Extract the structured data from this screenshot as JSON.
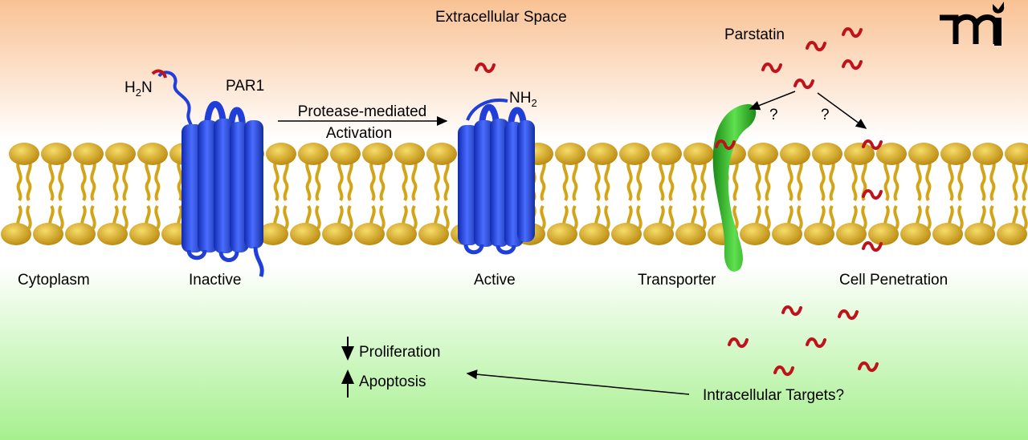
{
  "labels": {
    "extracellular": "Extracellular Space",
    "parstatin": "Parstatin",
    "par1": "PAR1",
    "h2n": {
      "a": "H",
      "sub": "2",
      "b": "N"
    },
    "nh2": {
      "a": "NH",
      "sub": "2"
    },
    "protease_line1": "Protease-mediated",
    "protease_line2": "Activation",
    "cytoplasm": "Cytoplasm",
    "inactive": "Inactive",
    "active": "Active",
    "transporter": "Transporter",
    "cell_penetration": "Cell Penetration",
    "question1": "?",
    "question2": "?",
    "proliferation": "Proliferation",
    "apoptosis": "Apoptosis",
    "intracellular": "Intracellular Targets?"
  },
  "logo": "mi",
  "colors": {
    "top": "#f9c294",
    "bottom": "#a6f08e",
    "lipid": "#d4a417",
    "receptor": "#1f3fd8",
    "transporter": "#2fb82a",
    "parstatin": "#c0121a"
  }
}
